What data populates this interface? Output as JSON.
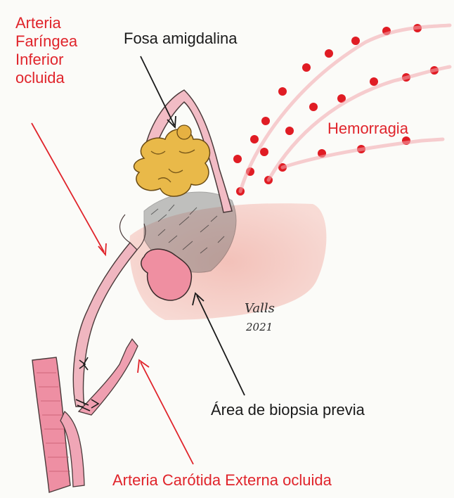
{
  "labels": {
    "arteria_faringea": [
      "Arteria",
      "Faríngea",
      "Inferior",
      "ocluida"
    ],
    "fosa_amigdalina": "Fosa amigdalina",
    "hemorragia": "Hemorragia",
    "area_biopsia": "Área de biopsia previa",
    "arteria_carotida": "Arteria Carótida Externa ocluida"
  },
  "signature": {
    "name": "Valls",
    "year": "2021"
  },
  "colors": {
    "label_red": "#e0242b",
    "label_black": "#1a1a1a",
    "blood_dot": "#e01c24",
    "vessel_pink": "#f0b6c0",
    "vessel_outline": "#4a3a3a",
    "tonsil_yellow": "#e9b949",
    "biopsy_area": "#f3c3bd"
  }
}
